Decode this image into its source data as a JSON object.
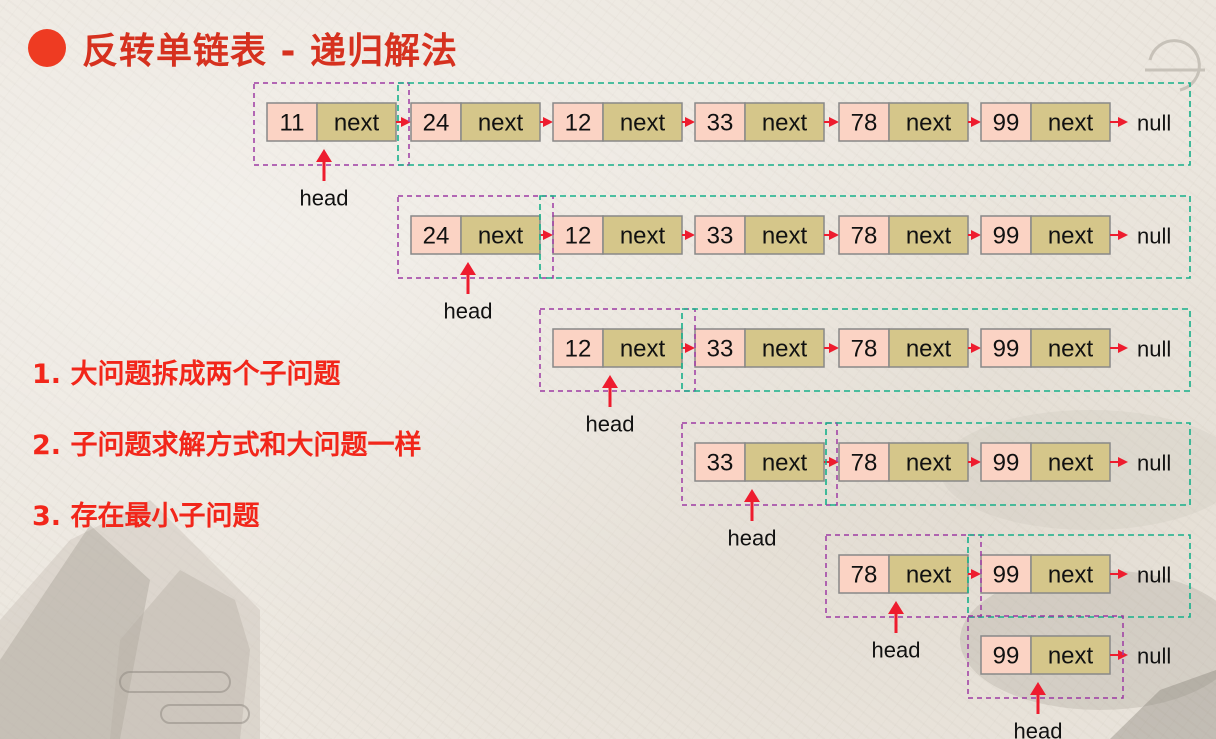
{
  "title": "反转单链表 - 递归解法",
  "bullets": [
    "1. 大问题拆成两个子问题",
    "2. 子问题求解方式和大问题一样",
    "3. 存在最小子问题"
  ],
  "list": {
    "next_label": "next",
    "null_label": "null",
    "head_label": "head",
    "rows": [
      [
        "11",
        "24",
        "12",
        "33",
        "78",
        "99"
      ],
      [
        "24",
        "12",
        "33",
        "78",
        "99"
      ],
      [
        "12",
        "33",
        "78",
        "99"
      ],
      [
        "33",
        "78",
        "99"
      ],
      [
        "78",
        "99"
      ],
      [
        "99"
      ]
    ]
  },
  "colors": {
    "title": "#d6311f",
    "bullet": "#f2261a",
    "value_cell": "#fbd3c4",
    "next_cell": "#d5c68a",
    "arrow": "#ee1c2e",
    "head_box": "#9d3aa3",
    "rest_box": "#17b08a"
  }
}
